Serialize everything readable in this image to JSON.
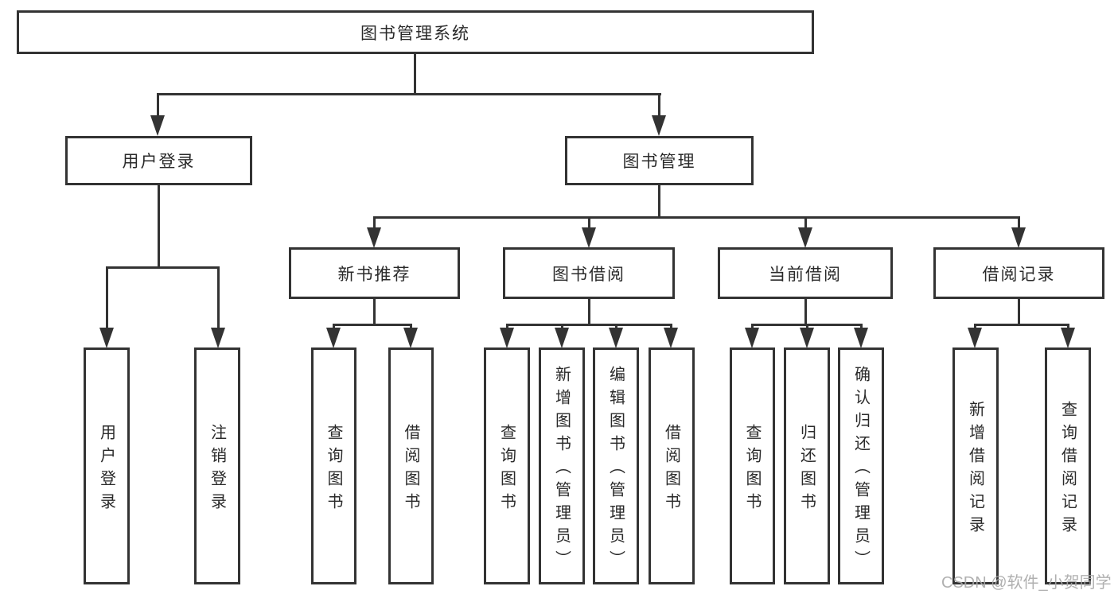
{
  "tree": {
    "label": "图书管理系统",
    "children": [
      {
        "label": "用户登录",
        "children": [
          {
            "label": "用户登录"
          },
          {
            "label": "注销登录"
          }
        ]
      },
      {
        "label": "图书管理",
        "children": [
          {
            "label": "新书推荐",
            "children": [
              {
                "label": "查询图书"
              },
              {
                "label": "借阅图书"
              }
            ]
          },
          {
            "label": "图书借阅",
            "children": [
              {
                "label": "查询图书"
              },
              {
                "label": "新增图书（管理员）"
              },
              {
                "label": "编辑图书（管理员）"
              },
              {
                "label": "借阅图书"
              }
            ]
          },
          {
            "label": "当前借阅",
            "children": [
              {
                "label": "查询图书"
              },
              {
                "label": "归还图书"
              },
              {
                "label": "确认归还（管理员）"
              }
            ]
          },
          {
            "label": "借阅记录",
            "children": [
              {
                "label": "新增借阅记录"
              },
              {
                "label": "查询借阅记录"
              }
            ]
          }
        ]
      }
    ]
  },
  "watermark": {
    "text": "CSDN @软件_小贺同学"
  },
  "colors": {
    "line": "#333333",
    "text": "#2a2a2a",
    "watermark": "#a8a8a8",
    "background": "#ffffff"
  }
}
